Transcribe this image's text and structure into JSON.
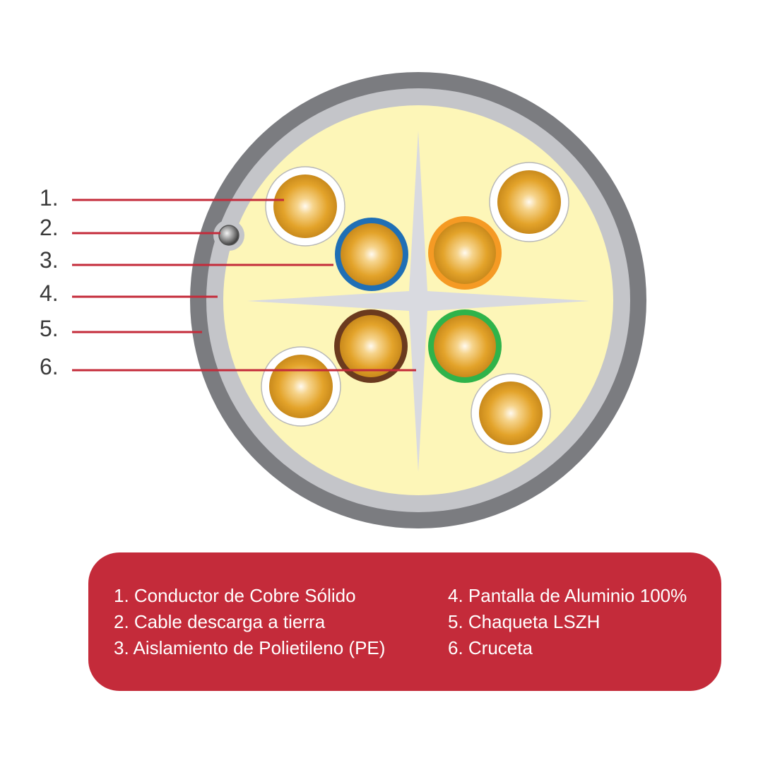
{
  "callouts": [
    {
      "number": "1."
    },
    {
      "number": "2."
    },
    {
      "number": "3."
    },
    {
      "number": "4."
    },
    {
      "number": "5."
    },
    {
      "number": "6."
    }
  ],
  "legend": {
    "left": [
      "1. Conductor de Cobre Sólido",
      "2. Cable descarga a tierra",
      "3. Aislamiento de Polietileno (PE)"
    ],
    "right": [
      "4. Pantalla de Aluminio 100%",
      "5. Chaqueta LSZH",
      "6. Cruceta"
    ]
  },
  "colors": {
    "jacket": "#7b7c80",
    "shield": "#c4c5c9",
    "filler": "#fdf6b8",
    "cross": "#d9dae0",
    "copper": "#e3a32a",
    "copper_highlight": "#fff8e6",
    "leader_line": "#c42b3a",
    "pair_blue": "#1f6fb5",
    "pair_orange": "#f59a24",
    "pair_brown": "#6b3a1e",
    "pair_green": "#2fb34a",
    "pair_white": "#ffffff",
    "legend_bg": "#c42b3a"
  }
}
